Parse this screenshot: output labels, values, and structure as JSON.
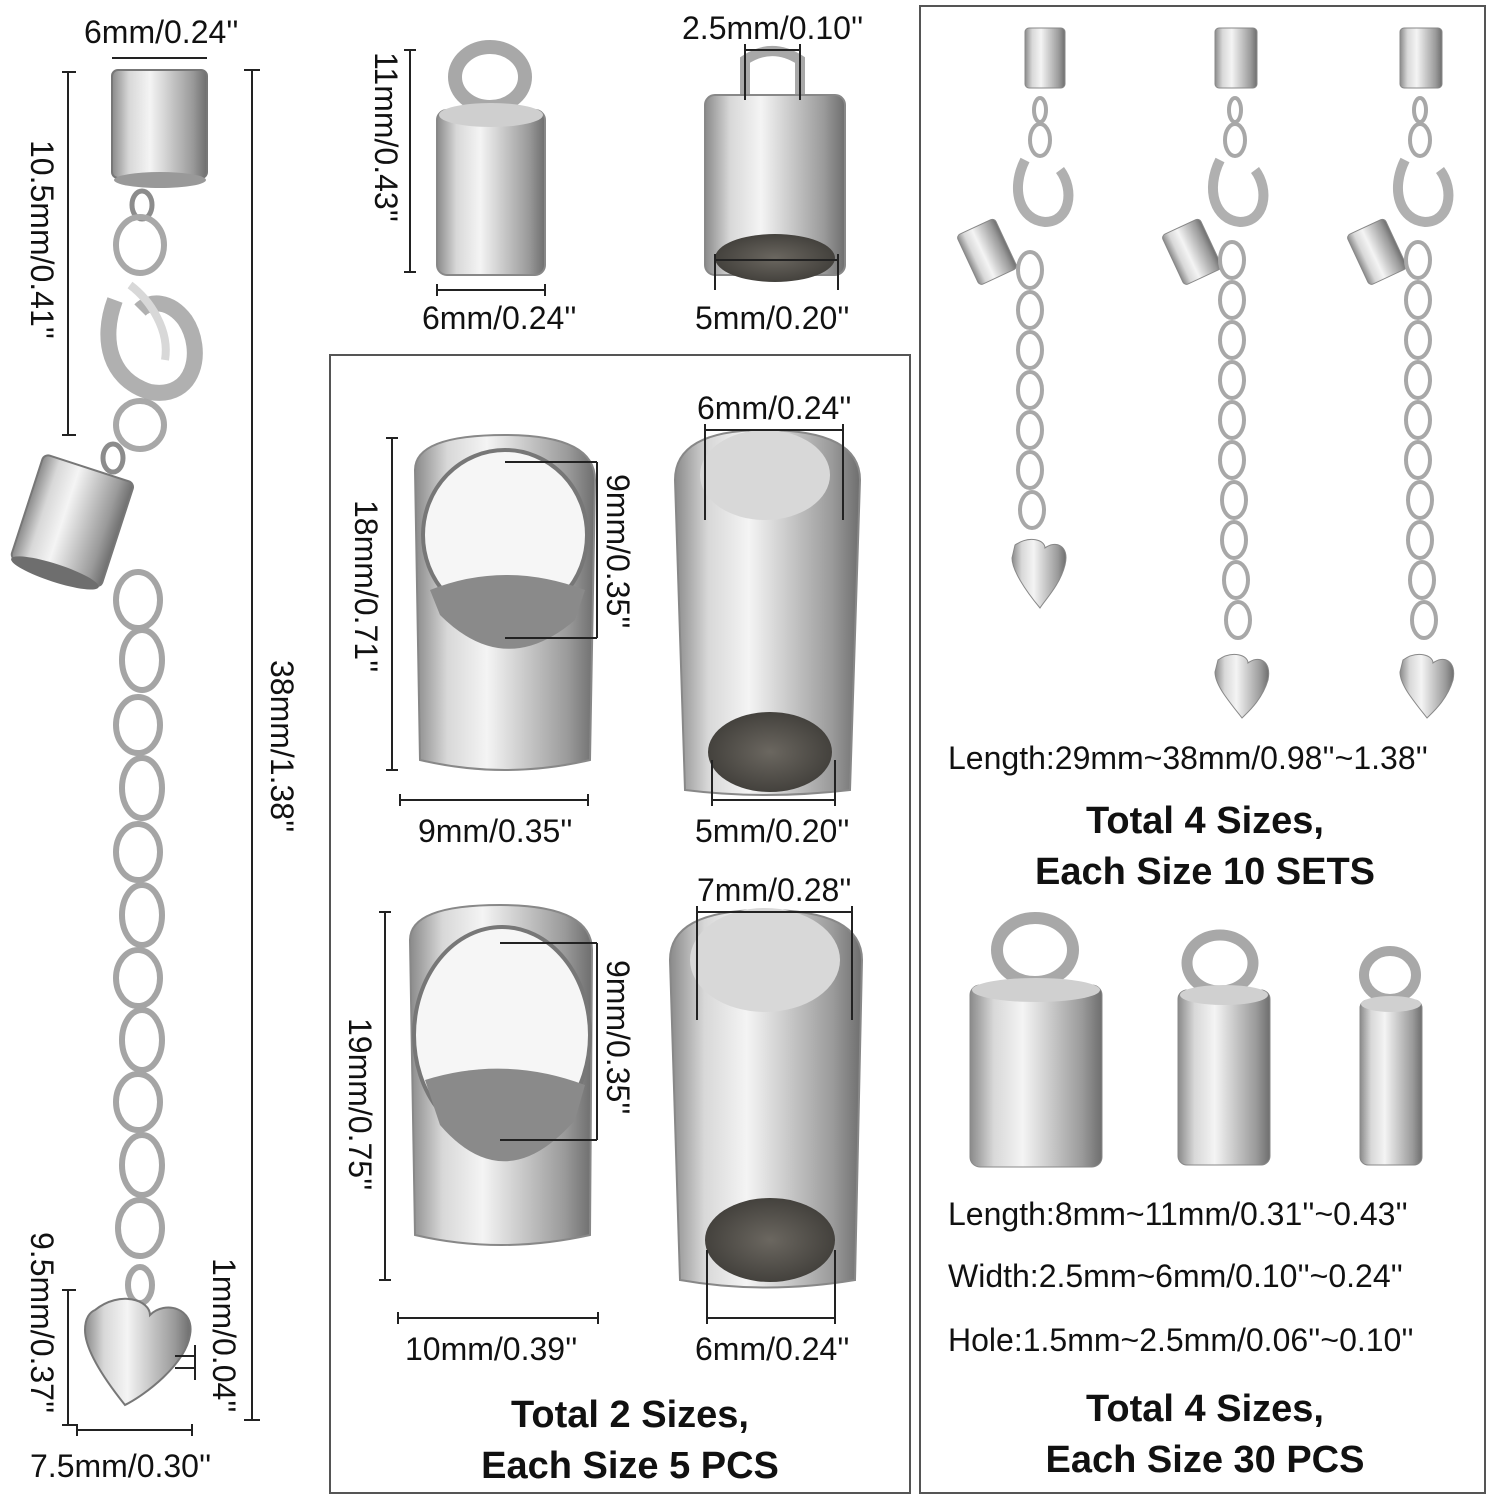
{
  "left": {
    "dims": {
      "top_width": "6mm/0.24''",
      "cap_height": "10.5mm/0.41''",
      "total_length": "38mm/1.38''",
      "heart_height": "9.5mm/0.37''",
      "heart_thickness": "1mm/0.04''",
      "heart_width": "7.5mm/0.30''"
    }
  },
  "top_caps": {
    "height": "11mm/0.43''",
    "loop_hole": "2.5mm/0.10''",
    "outer_width": "6mm/0.24''",
    "inner_hole": "5mm/0.20''"
  },
  "middle_panel": {
    "row1": {
      "height": "18mm/0.71''",
      "loop_hole": "9mm/0.35''",
      "width": "9mm/0.35''",
      "top_hole": "6mm/0.24''",
      "bottom_hole": "5mm/0.20''"
    },
    "row2": {
      "height": "19mm/0.75''",
      "loop_hole": "9mm/0.35''",
      "width": "10mm/0.39''",
      "top_hole": "7mm/0.28''",
      "bottom_hole": "6mm/0.24''"
    },
    "summary_line1": "Total 2 Sizes,",
    "summary_line2": "Each Size 5 PCS"
  },
  "right_panel": {
    "chain_length": "Length:29mm~38mm/0.98''~1.38''",
    "chain_summary_line1": "Total 4 Sizes,",
    "chain_summary_line2": "Each Size 10 SETS",
    "cap_length": "Length:8mm~11mm/0.31''~0.43''",
    "cap_width": "Width:2.5mm~6mm/0.10''~0.24''",
    "cap_hole": "Hole:1.5mm~2.5mm/0.06''~0.10''",
    "cap_summary_line1": "Total 4 Sizes,",
    "cap_summary_line2": "Each Size 30 PCS"
  },
  "colors": {
    "metal_light": "#e9e9e9",
    "metal_mid": "#b8b8b8",
    "metal_dark": "#6f6f6f",
    "hole_dark": "#5a5650",
    "line": "#222222"
  }
}
